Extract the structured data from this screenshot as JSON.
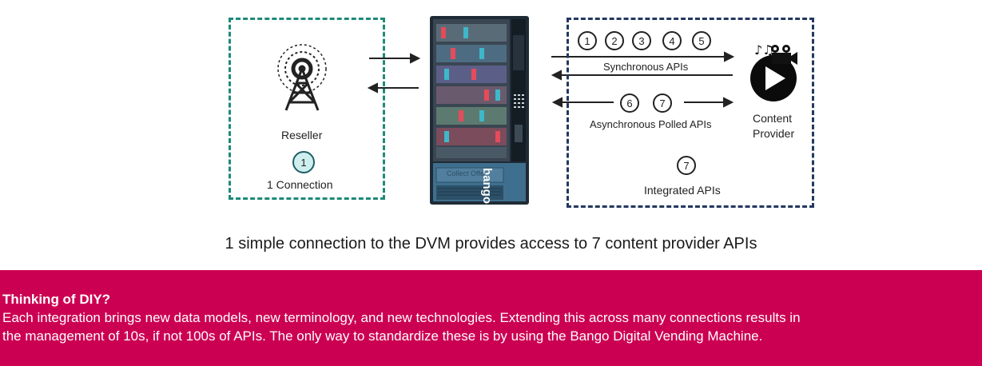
{
  "reseller": {
    "label": "Reseller",
    "badge": "1",
    "connection": "1 Connection"
  },
  "provider": {
    "label_line1": "Content",
    "label_line2": "Provider",
    "sync_label": "Synchronous APIs",
    "sync_badges": [
      "1",
      "2",
      "3",
      "4",
      "5"
    ],
    "async_label": "Asynchronous Polled APIs",
    "async_badges": [
      "6",
      "7"
    ],
    "integrated_badge": "7",
    "integrated_label": "Integrated APIs"
  },
  "machine": {
    "brand": "bango",
    "collect_text": "Collect Offer"
  },
  "caption": "1 simple connection to the DVM provides access to 7 content provider APIs",
  "banner": {
    "title": "Thinking of DIY?",
    "line1": "Each integration brings new data models, new terminology, and new technologies.  Extending this across many connections results in",
    "line2": "the management of 10s, if not 100s of APIs.  The only way to standardize these is by using the Bango Digital Vending Machine."
  },
  "colors": {
    "reseller_border": "#1e8a78",
    "provider_border": "#23385f",
    "banner_bg": "#cc0052"
  }
}
